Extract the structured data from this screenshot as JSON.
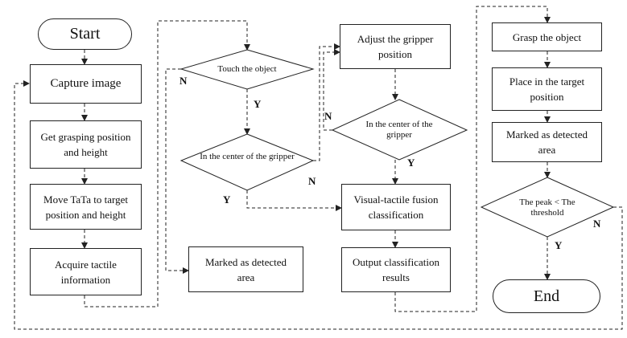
{
  "nodes": {
    "start": "Start",
    "capture_image": "Capture image",
    "get_grasping": "Get grasping position and height",
    "move_tata": "Move TaTa to target position and height",
    "acquire_tactile": "Acquire tactile information",
    "touch_object": "Touch the object",
    "in_center_1": "In the center of the gripper",
    "marked_detected_1": "Marked as detected area",
    "adjust_gripper": "Adjust the gripper position",
    "in_center_2": "In the center of the gripper",
    "fusion_classification": "Visual-tactile fusion classification",
    "output_results": "Output classification results",
    "grasp_object": "Grasp the object",
    "place_target": "Place in the target position",
    "marked_detected_2": "Marked as detected area",
    "peak_threshold": "The peak < The threshold",
    "end": "End"
  },
  "labels": {
    "n": "N",
    "y": "Y"
  }
}
